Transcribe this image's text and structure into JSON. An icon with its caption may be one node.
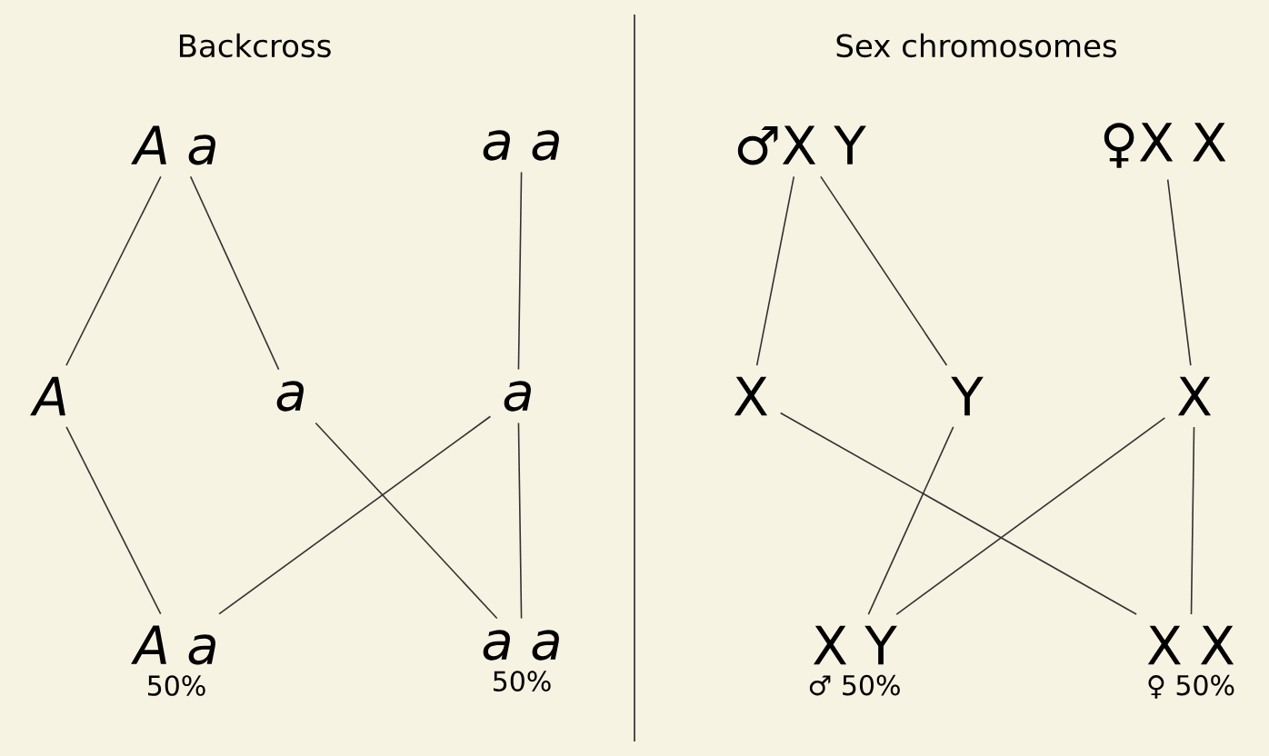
{
  "diagram": {
    "nodes": [
      {
        "text": [
          "A a"
        ]
      },
      {
        "text": [
          "a a"
        ]
      },
      {
        "text": [
          "A"
        ]
      },
      {
        "text": [
          "a"
        ]
      },
      {
        "text": [
          "a"
        ]
      },
      {
        "text": [
          "A a"
        ],
        "beside": [
          "50%"
        ]
      },
      {
        "text": [
          "a a"
        ],
        "beside": [
          "50%"
        ]
      },
      {
        "text": [
          "♂X Y"
        ]
      },
      {
        "text": [
          "♀X X"
        ]
      },
      {
        "text": [
          "X"
        ]
      },
      {
        "text": [
          "Y"
        ]
      },
      {
        "text": [
          "X"
        ]
      },
      {
        "text": [
          "X Y"
        ],
        "beside": [
          "♂ 50%"
        ]
      },
      {
        "text": [
          "X X"
        ],
        "beside": [
          "♀ 50%"
        ]
      }
    ],
    "edges": [
      {
        "from": 0,
        "to": 2,
        "arrow": "none"
      },
      {
        "from": 0,
        "to": 3,
        "arrow": "none"
      },
      {
        "from": 1,
        "to": 4,
        "arrow": "none"
      },
      {
        "from": 2,
        "to": 5,
        "arrow": "none"
      },
      {
        "from": 4,
        "to": 5,
        "arrow": "none"
      },
      {
        "from": 3,
        "to": 6,
        "arrow": "none"
      },
      {
        "from": 4,
        "to": 6,
        "arrow": "none"
      },
      {
        "from": 7,
        "to": 9,
        "arrow": "none"
      },
      {
        "from": 7,
        "to": 10,
        "arrow": "none"
      },
      {
        "from": 8,
        "to": 11,
        "arrow": "none"
      },
      {
        "from": 9,
        "to": 13,
        "arrow": "none"
      },
      {
        "from": 10,
        "to": 12,
        "arrow": "none"
      },
      {
        "from": 11,
        "to": 12,
        "arrow": "none"
      },
      {
        "from": 11,
        "to": 13,
        "arrow": "none"
      }
    ],
    "labels": [
      "Backcross",
      "Sex chromosomes"
    ]
  }
}
